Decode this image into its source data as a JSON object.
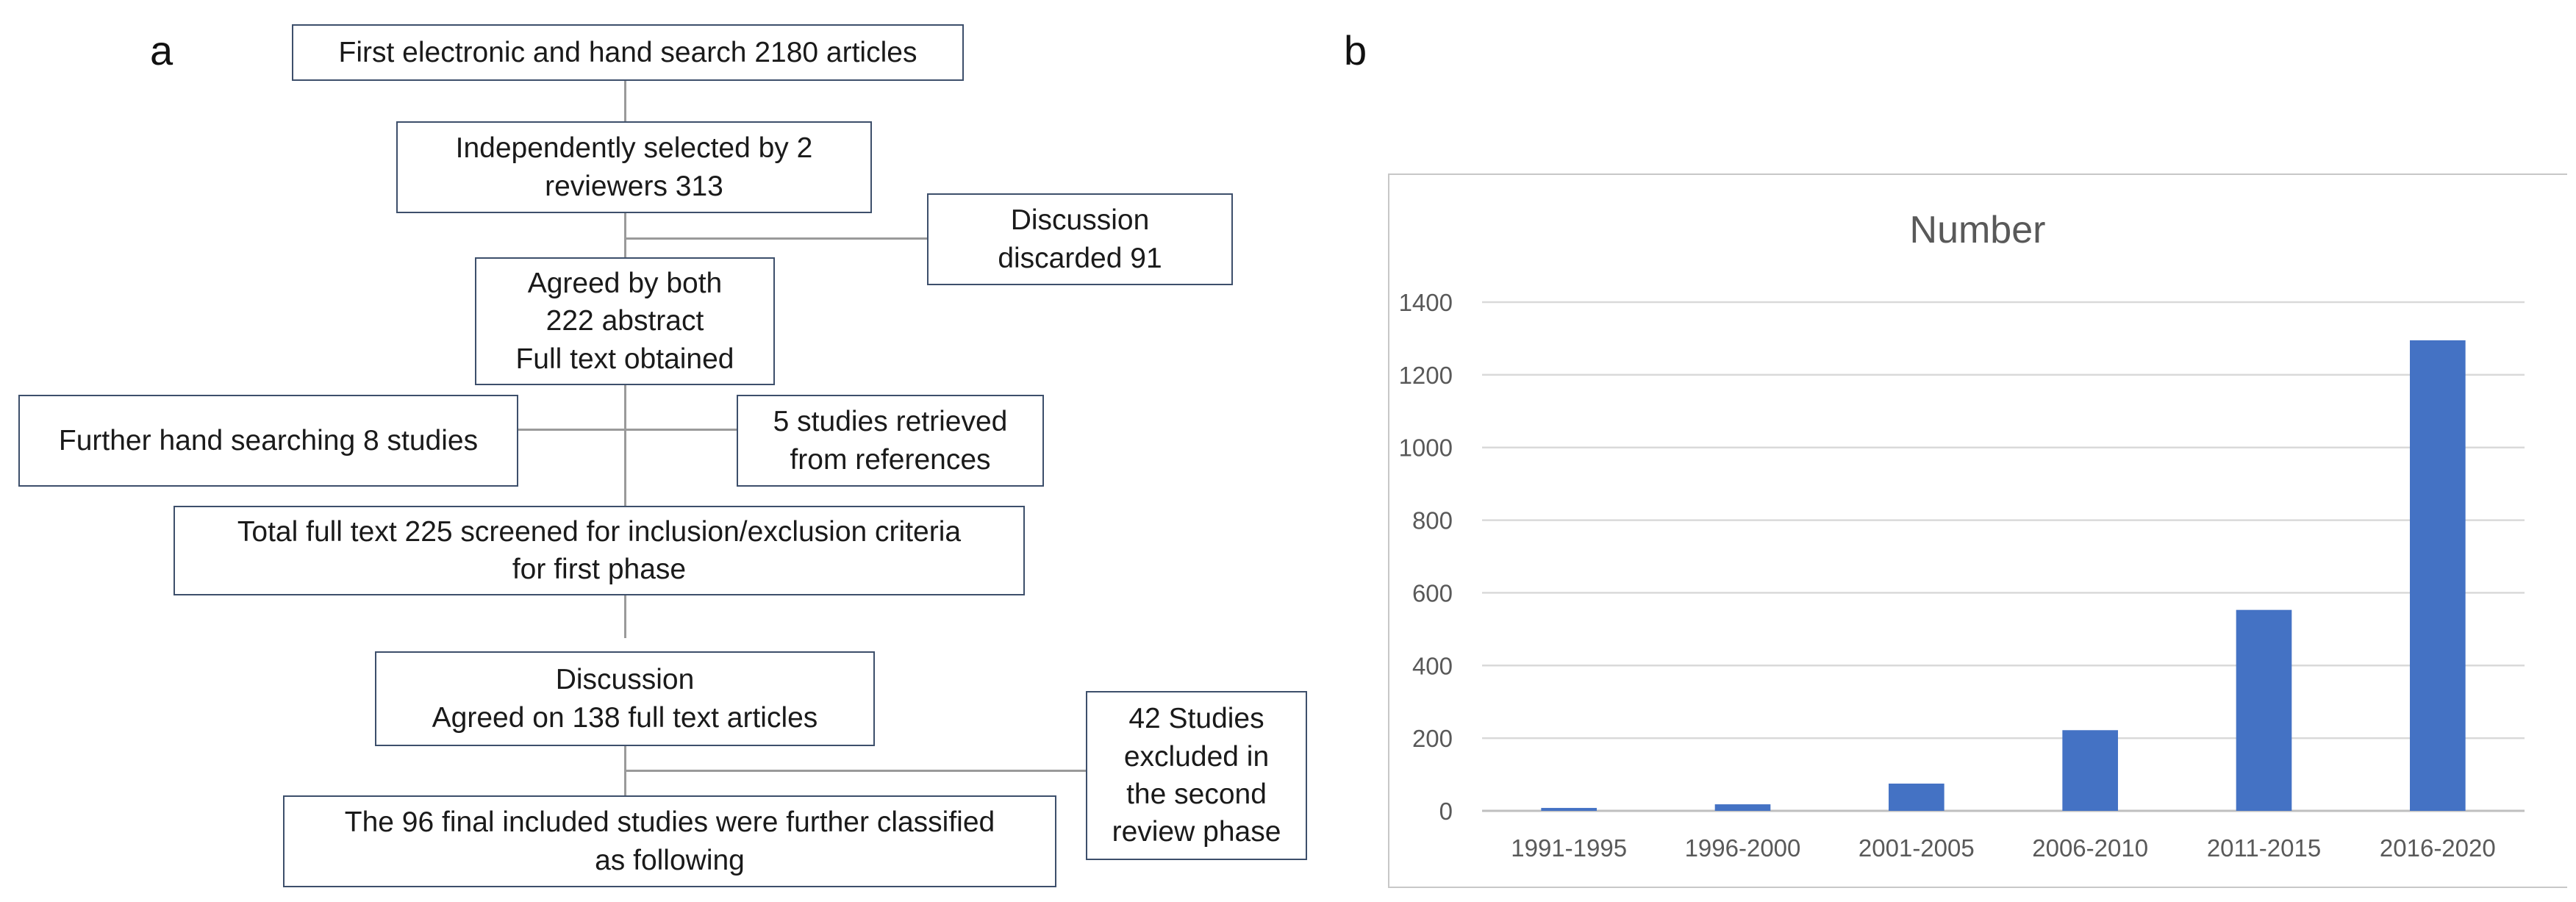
{
  "panel_a": {
    "letter": "a",
    "steps": {
      "search": "First electronic and hand search 2180 articles",
      "selected": "Independently selected by 2\nreviewers 313",
      "discussion_discarded": "Discussion\ndiscarded 91",
      "agreed": "Agreed by both\n222 abstract\nFull text obtained",
      "hand_search": "Further hand searching 8 studies",
      "references": "5 studies retrieved\nfrom references",
      "total": "Total full text 225 screened for inclusion/exclusion criteria\nfor first phase",
      "discussion_agreed": "Discussion\nAgreed on 138 full text articles",
      "excluded": "42 Studies\nexcluded in\nthe second\nreview phase",
      "final": "The 96 final included studies were further classified\nas following"
    }
  },
  "panel_b": {
    "letter": "b"
  },
  "chart_data": {
    "type": "bar",
    "title": "Number",
    "categories": [
      "1991-1995",
      "1996-2000",
      "2001-2005",
      "2006-2010",
      "2011-2015",
      "2016-2020"
    ],
    "values": [
      8,
      18,
      75,
      222,
      553,
      1295
    ],
    "ylim": [
      0,
      1400
    ],
    "yticks": [
      0,
      200,
      400,
      600,
      800,
      1000,
      1200,
      1400
    ],
    "xlabel": "",
    "ylabel": "",
    "grid": true,
    "legend": "none",
    "bar_color": "#4472c4",
    "grid_color": "#d9d9d9",
    "axis_color": "#bfbfbf",
    "label_color": "#595959"
  }
}
